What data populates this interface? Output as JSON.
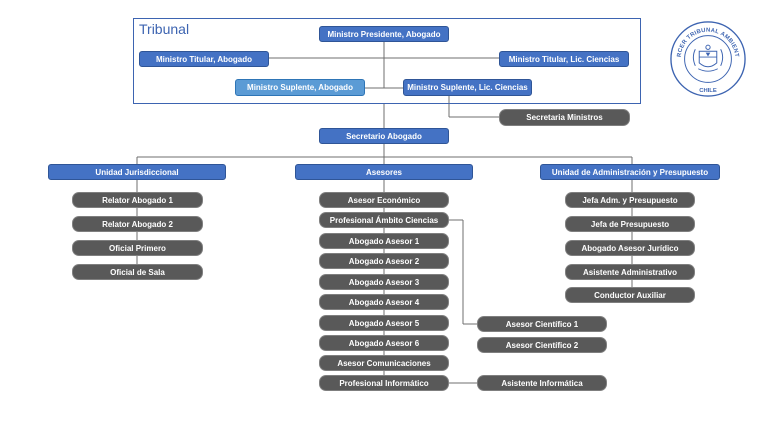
{
  "tribunal": {
    "title": "Tribunal"
  },
  "ministros": {
    "presidente": "Ministro Presidente, Abogado",
    "titular_abogado": "Ministro Titular, Abogado",
    "titular_ciencias": "Ministro Titular, Lic. Ciencias",
    "suplente_abogado": "Ministro Suplente, Abogado",
    "suplente_ciencias": "Ministro Suplente, Lic. Ciencias",
    "secretaria": "Secretaria Ministros"
  },
  "secretario": "Secretario Abogado",
  "unidad_jurisdiccional": {
    "label": "Unidad Jurisdiccional",
    "items": [
      "Relator Abogado 1",
      "Relator Abogado 2",
      "Oficial Primero",
      "Oficial de Sala"
    ]
  },
  "asesores": {
    "label": "Asesores",
    "items": [
      "Asesor Económico",
      "Profesional Ámbito Ciencias",
      "Abogado Asesor 1",
      "Abogado Asesor 2",
      "Abogado Asesor 3",
      "Abogado Asesor 4",
      "Abogado Asesor 5",
      "Abogado Asesor 6",
      "Asesor Comunicaciones",
      "Profesional Informático"
    ],
    "cientificos": [
      "Asesor Científico 1",
      "Asesor Científico 2"
    ],
    "asistente_informatica": "Asistente Informática"
  },
  "unidad_admin": {
    "label": "Unidad de Administración y Presupuesto",
    "items": [
      "Jefa Adm. y Presupuesto",
      "Jefa de Presupuesto",
      "Abogado Asesor Jurídico",
      "Asistente Administrativo",
      "Conductor Auxiliar"
    ]
  },
  "emblem": {
    "top_text": "TERCER TRIBUNAL AMBIENTAL",
    "bottom_text": "CHILE"
  },
  "colors": {
    "blue": "#4472c4",
    "light_blue": "#5b9bd5",
    "gray": "#595959",
    "line": "#6f6f6f",
    "border_blue": "#3d64b1"
  }
}
